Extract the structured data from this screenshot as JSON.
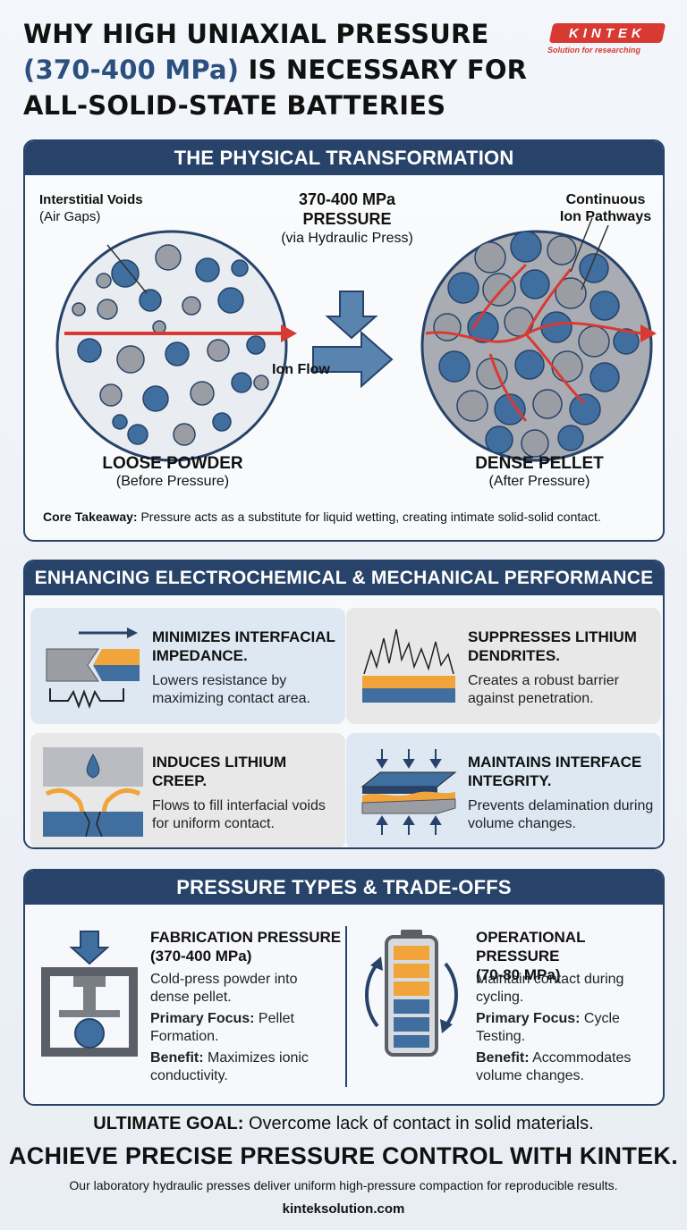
{
  "header": {
    "title_line1": "WHY HIGH UNIAXIAL PRESSURE",
    "title_line2_accent": "(370-400 MPa)",
    "title_line2_rest": " IS NECESSARY FOR",
    "title_line3": "ALL-SOLID-STATE BATTERIES"
  },
  "logo": {
    "name": "KINTEK",
    "tagline": "Solution for researching"
  },
  "transformation": {
    "heading": "THE PHYSICAL TRANSFORMATION",
    "voids_label_1": "Interstitial Voids",
    "voids_label_2": "(Air Gaps)",
    "pressure_label_1": "370-400 MPa",
    "pressure_label_2": "PRESSURE",
    "pressure_label_3": "(via Hydraulic Press)",
    "pathways_label_1": "Continuous",
    "pathways_label_2": "Ion Pathways",
    "ion_flow_label": "Ion Flow",
    "loose_title": "LOOSE POWDER",
    "loose_sub": "(Before Pressure)",
    "dense_title": "DENSE PELLET",
    "dense_sub": "(After Pressure)",
    "takeaway_label": "Core Takeaway:",
    "takeaway_text": " Pressure acts as a substitute for liquid wetting, creating intimate solid-solid contact."
  },
  "performance": {
    "heading": "ENHANCING ELECTROCHEMICAL & MECHANICAL PERFORMANCE",
    "items": [
      {
        "title": "MINIMIZES INTERFACIAL IMPEDANCE.",
        "text": "Lowers resistance by maximizing contact area.",
        "icon": "impedance-icon"
      },
      {
        "title": "SUPPRESSES LITHIUM DENDRITES.",
        "text": "Creates a robust barrier against penetration.",
        "icon": "dendrite-icon"
      },
      {
        "title": "INDUCES LITHIUM CREEP.",
        "text": "Flows to fill interfacial voids for uniform contact.",
        "icon": "creep-icon"
      },
      {
        "title": "MAINTAINS INTERFACE INTEGRITY.",
        "text": "Prevents delamination during volume changes.",
        "icon": "interface-icon"
      }
    ]
  },
  "pressure_types": {
    "heading": "PRESSURE TYPES & TRADE-OFFS",
    "fabrication": {
      "title_1": "FABRICATION PRESSURE",
      "title_2": "(370-400 MPa)",
      "desc": "Cold-press powder into dense pellet.",
      "focus_label": "Primary Focus:",
      "focus_text": " Pellet Formation.",
      "benefit_label": "Benefit:",
      "benefit_text": " Maximizes ionic conductivity."
    },
    "operational": {
      "title_1": "OPERATIONAL PRESSURE",
      "title_2": "(70-80 MPa)",
      "desc": "Maintain contact during cycling.",
      "focus_label": "Primary Focus:",
      "focus_text": " Cycle Testing.",
      "benefit_label": "Benefit:",
      "benefit_text": " Accommodates volume changes."
    }
  },
  "footer": {
    "goal_label": "ULTIMATE GOAL:",
    "goal_text": " Overcome lack of contact in solid materials.",
    "cta": "ACHIEVE PRECISE PRESSURE CONTROL WITH KINTEK.",
    "desc": "Our laboratory hydraulic presses deliver uniform high-pressure compaction for reproducible results.",
    "url": "kinteksolution.com"
  },
  "colors": {
    "navy": "#27436a",
    "particle_blue": "#3f6e9f",
    "particle_gray": "#9a9ea4",
    "ion_red": "#d83a33",
    "lithium_orange": "#f0a43a"
  }
}
